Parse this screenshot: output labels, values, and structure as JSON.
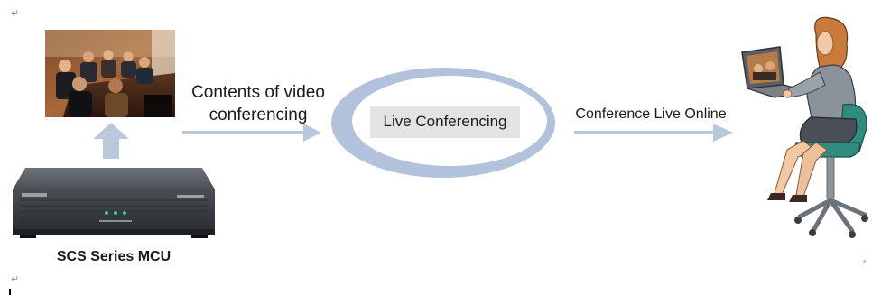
{
  "labels": {
    "contents_line1": "Contents of video",
    "contents_line2": "conferencing",
    "center": "Live Conferencing",
    "online": "Conference Live Online",
    "mcu": "SCS Series MCU"
  },
  "marks": {
    "return_mark": "↵",
    "dot_mark": "+"
  },
  "colors": {
    "arrow": "#b9c8dc",
    "ellipse_outer": "#b5c4de",
    "ellipse_inner": "#ffffff",
    "center_box": "#e3e3e3",
    "device_body": "#3e4247",
    "chair": "#2f8c7e",
    "hair": "#c87b3a",
    "sweater": "#8b929a",
    "skirt": "#4a4f57"
  }
}
